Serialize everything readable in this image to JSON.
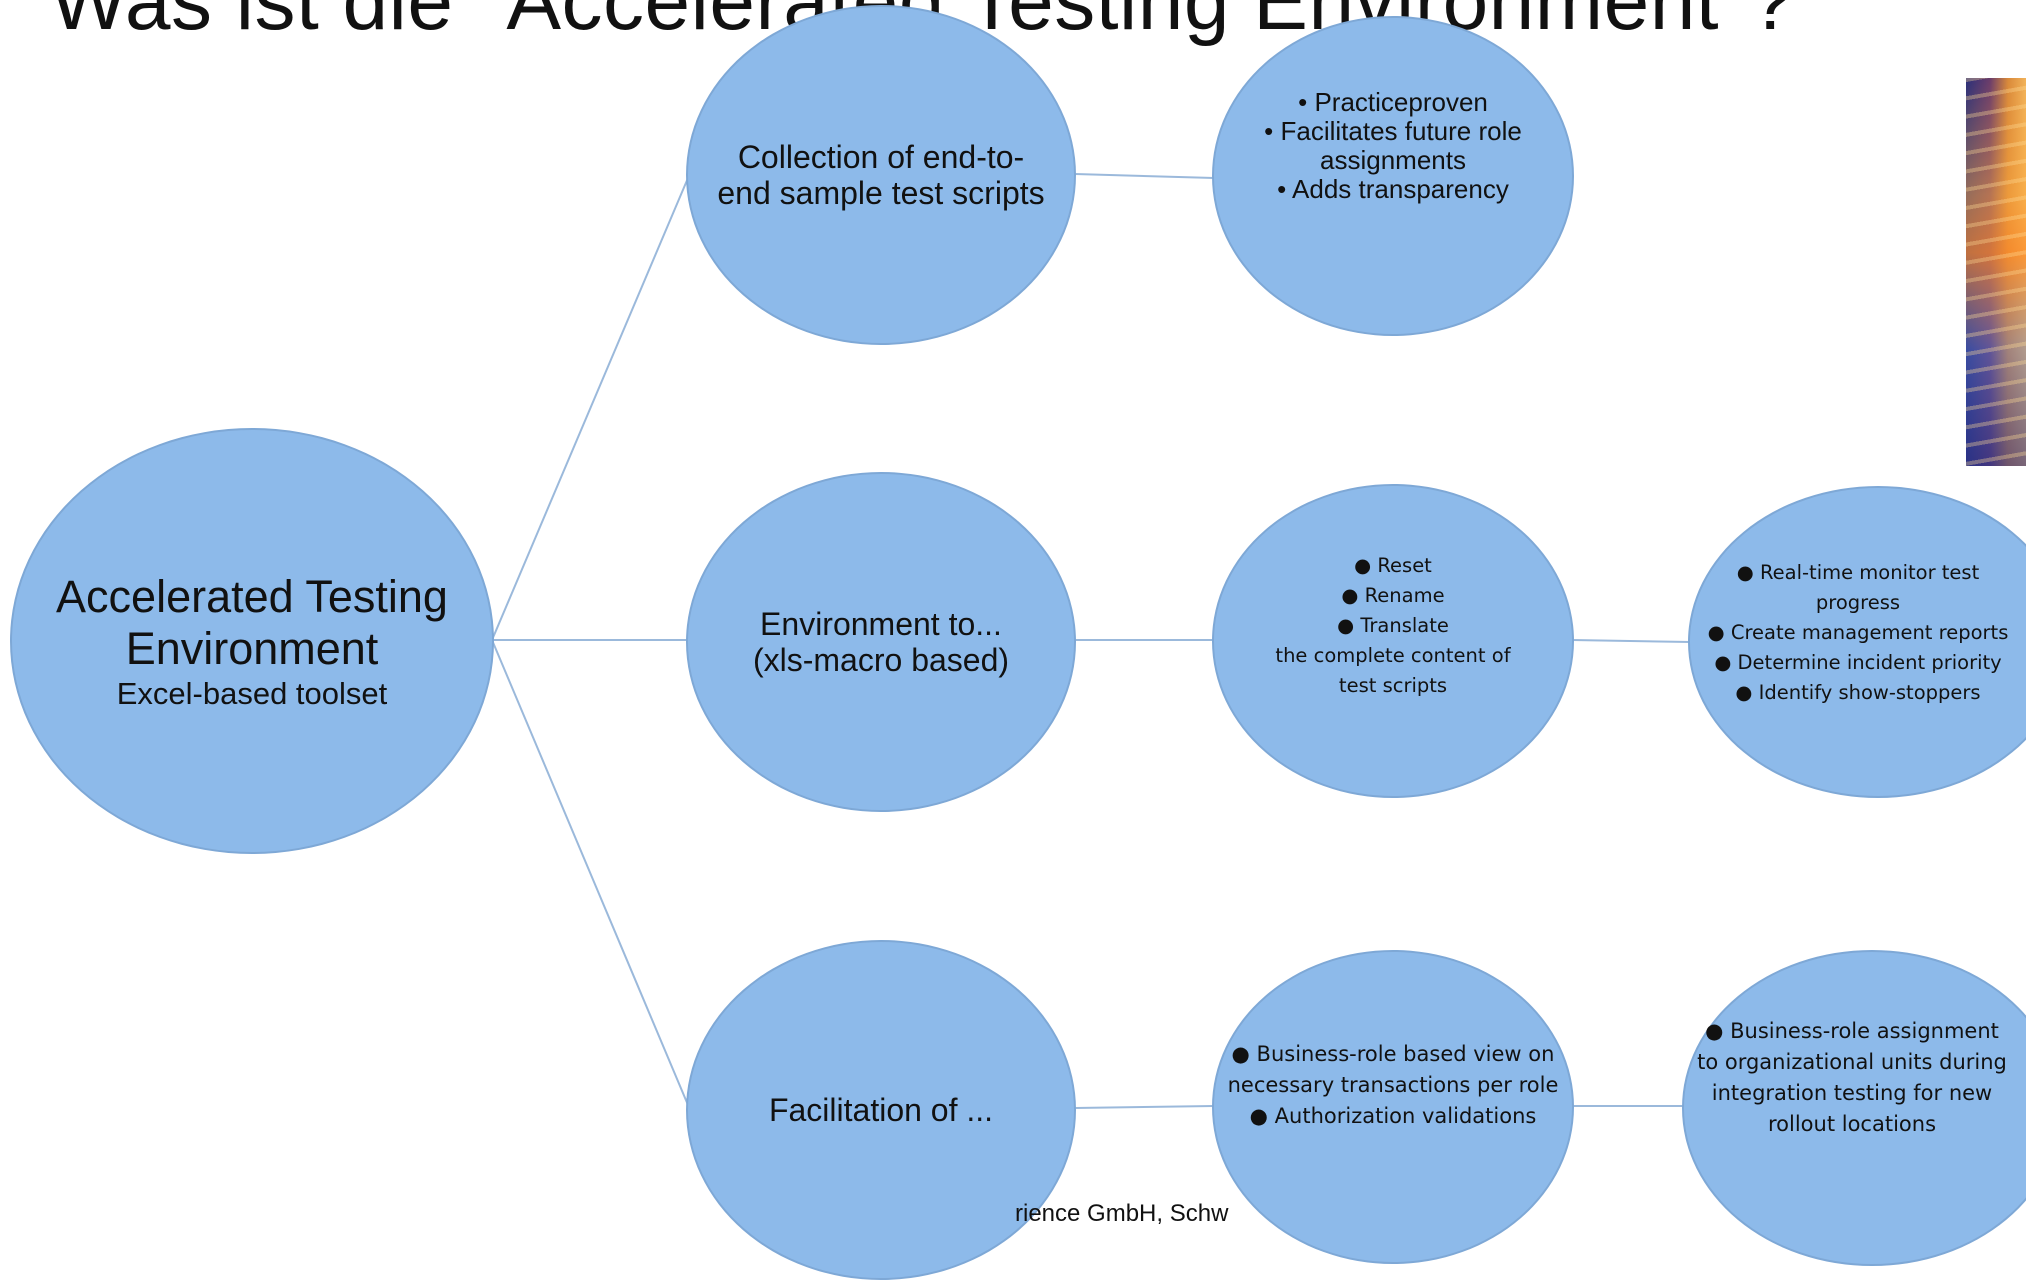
{
  "title": "Was ist die \"Accelerated Testing Environment\"?",
  "root": {
    "title": "Accelerated Testing Environment",
    "subtitle": "Excel-based toolset"
  },
  "level1": [
    {
      "label": "Collection of end-to-end sample test scripts"
    },
    {
      "label": "Environment to... (xls-macro based)"
    },
    {
      "label": "Facilitation of ..."
    }
  ],
  "details": {
    "scripts": [
      "Practiceproven",
      "Facilitates future role assignments",
      "Adds transparency"
    ],
    "environment": {
      "bullets": [
        "Reset",
        "Rename",
        "Translate"
      ],
      "note": "the complete content of test scripts"
    },
    "monitoring": [
      "Real-time monitor test progress",
      "Create management reports",
      "Determine incident priority",
      "Identify show-stoppers"
    ],
    "facilitation": [
      "Business-role based view on necessary transactions per role",
      "Authorization validations"
    ],
    "rollout": "Business-role assignment to organizational units during integration testing for new rollout locations"
  },
  "footer": "rience GmbH, Schw",
  "colors": {
    "node_fill": "#8dbaea",
    "node_border": "#7ea8d6",
    "connector": "#9bb9db"
  }
}
